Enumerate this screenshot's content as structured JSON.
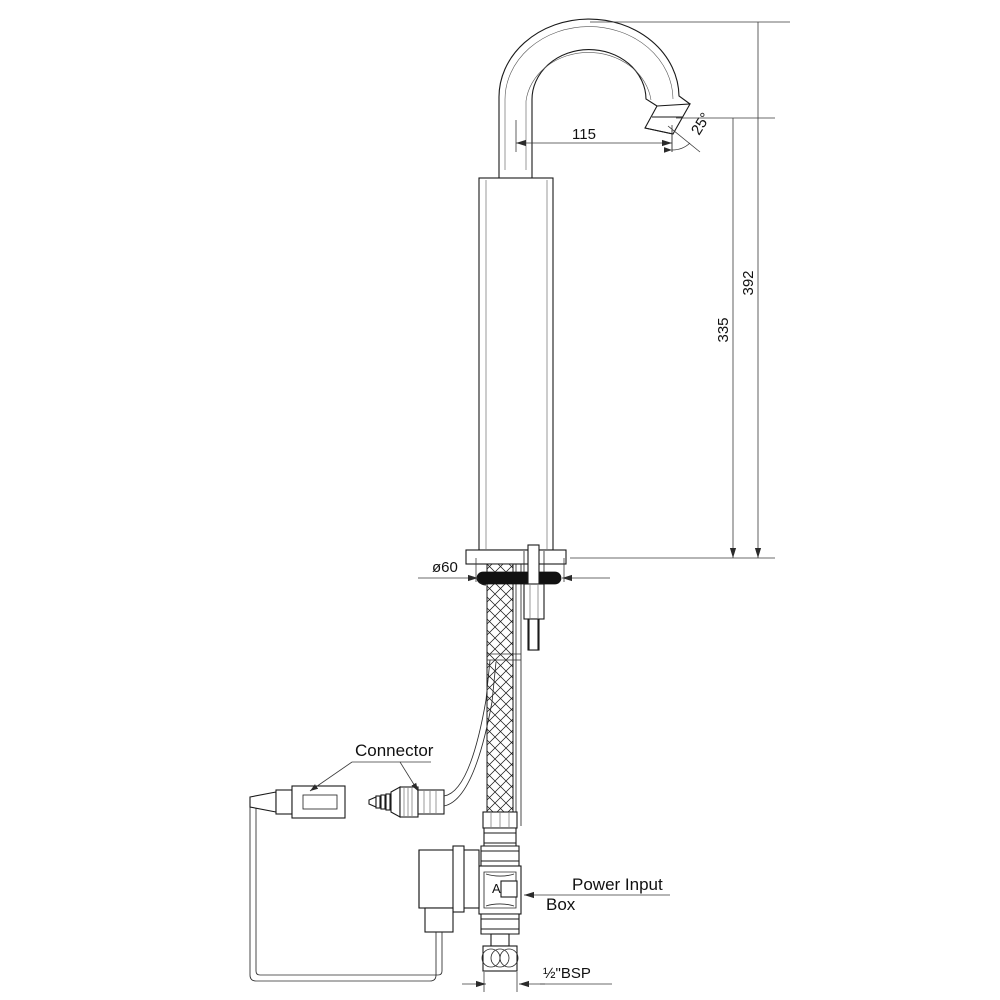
{
  "drawing": {
    "title": "Sensor Tap Technical Dimension Drawing",
    "background_color": "#ffffff",
    "line_color": "#1a1a1a",
    "units": "mm"
  },
  "dimensions": {
    "spout_reach": "115",
    "outlet_angle": "25°",
    "spout_outlet_height": "335",
    "overall_height": "392",
    "base_diameter": "ø60",
    "inlet_thread": "½\"BSP"
  },
  "labels": {
    "connector": "Connector",
    "power_input_line1": "Power Input",
    "power_input_line2": "Box",
    "valve_mark": "A"
  },
  "components": [
    {
      "name": "curved-spout",
      "description": "Gooseneck curved spout tube"
    },
    {
      "name": "outlet-tip",
      "description": "Angled outlet / aerator at 25 degrees"
    },
    {
      "name": "tap-body",
      "description": "Tall cylindrical sensor tap body column"
    },
    {
      "name": "mounting-flange",
      "description": "Deck mounting flange plate"
    },
    {
      "name": "rubber-gasket",
      "description": "Black rubber sealing gasket"
    },
    {
      "name": "braided-hose",
      "description": "Braided flexible supply hose"
    },
    {
      "name": "mounting-stud",
      "description": "Threaded mounting stud with nut"
    },
    {
      "name": "female-connector",
      "description": "Female cable jack connector"
    },
    {
      "name": "male-connector",
      "description": "Male plug connector"
    },
    {
      "name": "solenoid-coil",
      "description": "Solenoid valve coil / power input box"
    },
    {
      "name": "solenoid-valve",
      "description": "Solenoid valve body with unions"
    },
    {
      "name": "inlet-filter",
      "description": "Hex inlet filter fitting"
    }
  ]
}
